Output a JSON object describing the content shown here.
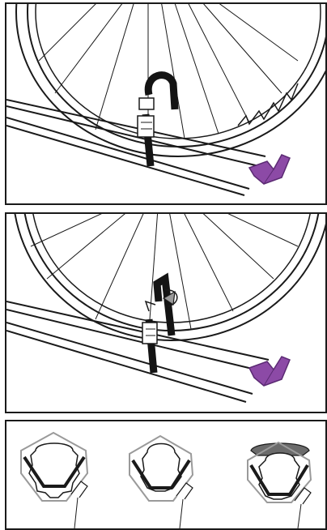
{
  "figure": {
    "panels": [
      {
        "name": "strap-wrapped-over-wheel-step"
      },
      {
        "name": "strap-tightened-through-buckle-step"
      },
      {
        "name": "tire-profiles-in-tray"
      }
    ],
    "colors": {
      "line": "#1a1a1a",
      "wheel_holder": "#8c4aa6",
      "wheel_holder_dark": "#5b2a73",
      "strap": "#141414",
      "tire_fill": "#ffffff",
      "tire_fill_gray": "#d9d9d9",
      "wide_tire_cap": "#6b6b6b"
    },
    "icons": [
      "buckle-icon",
      "tension-arrow-icon",
      "wheel-holder-icon",
      "strap-icon"
    ]
  }
}
